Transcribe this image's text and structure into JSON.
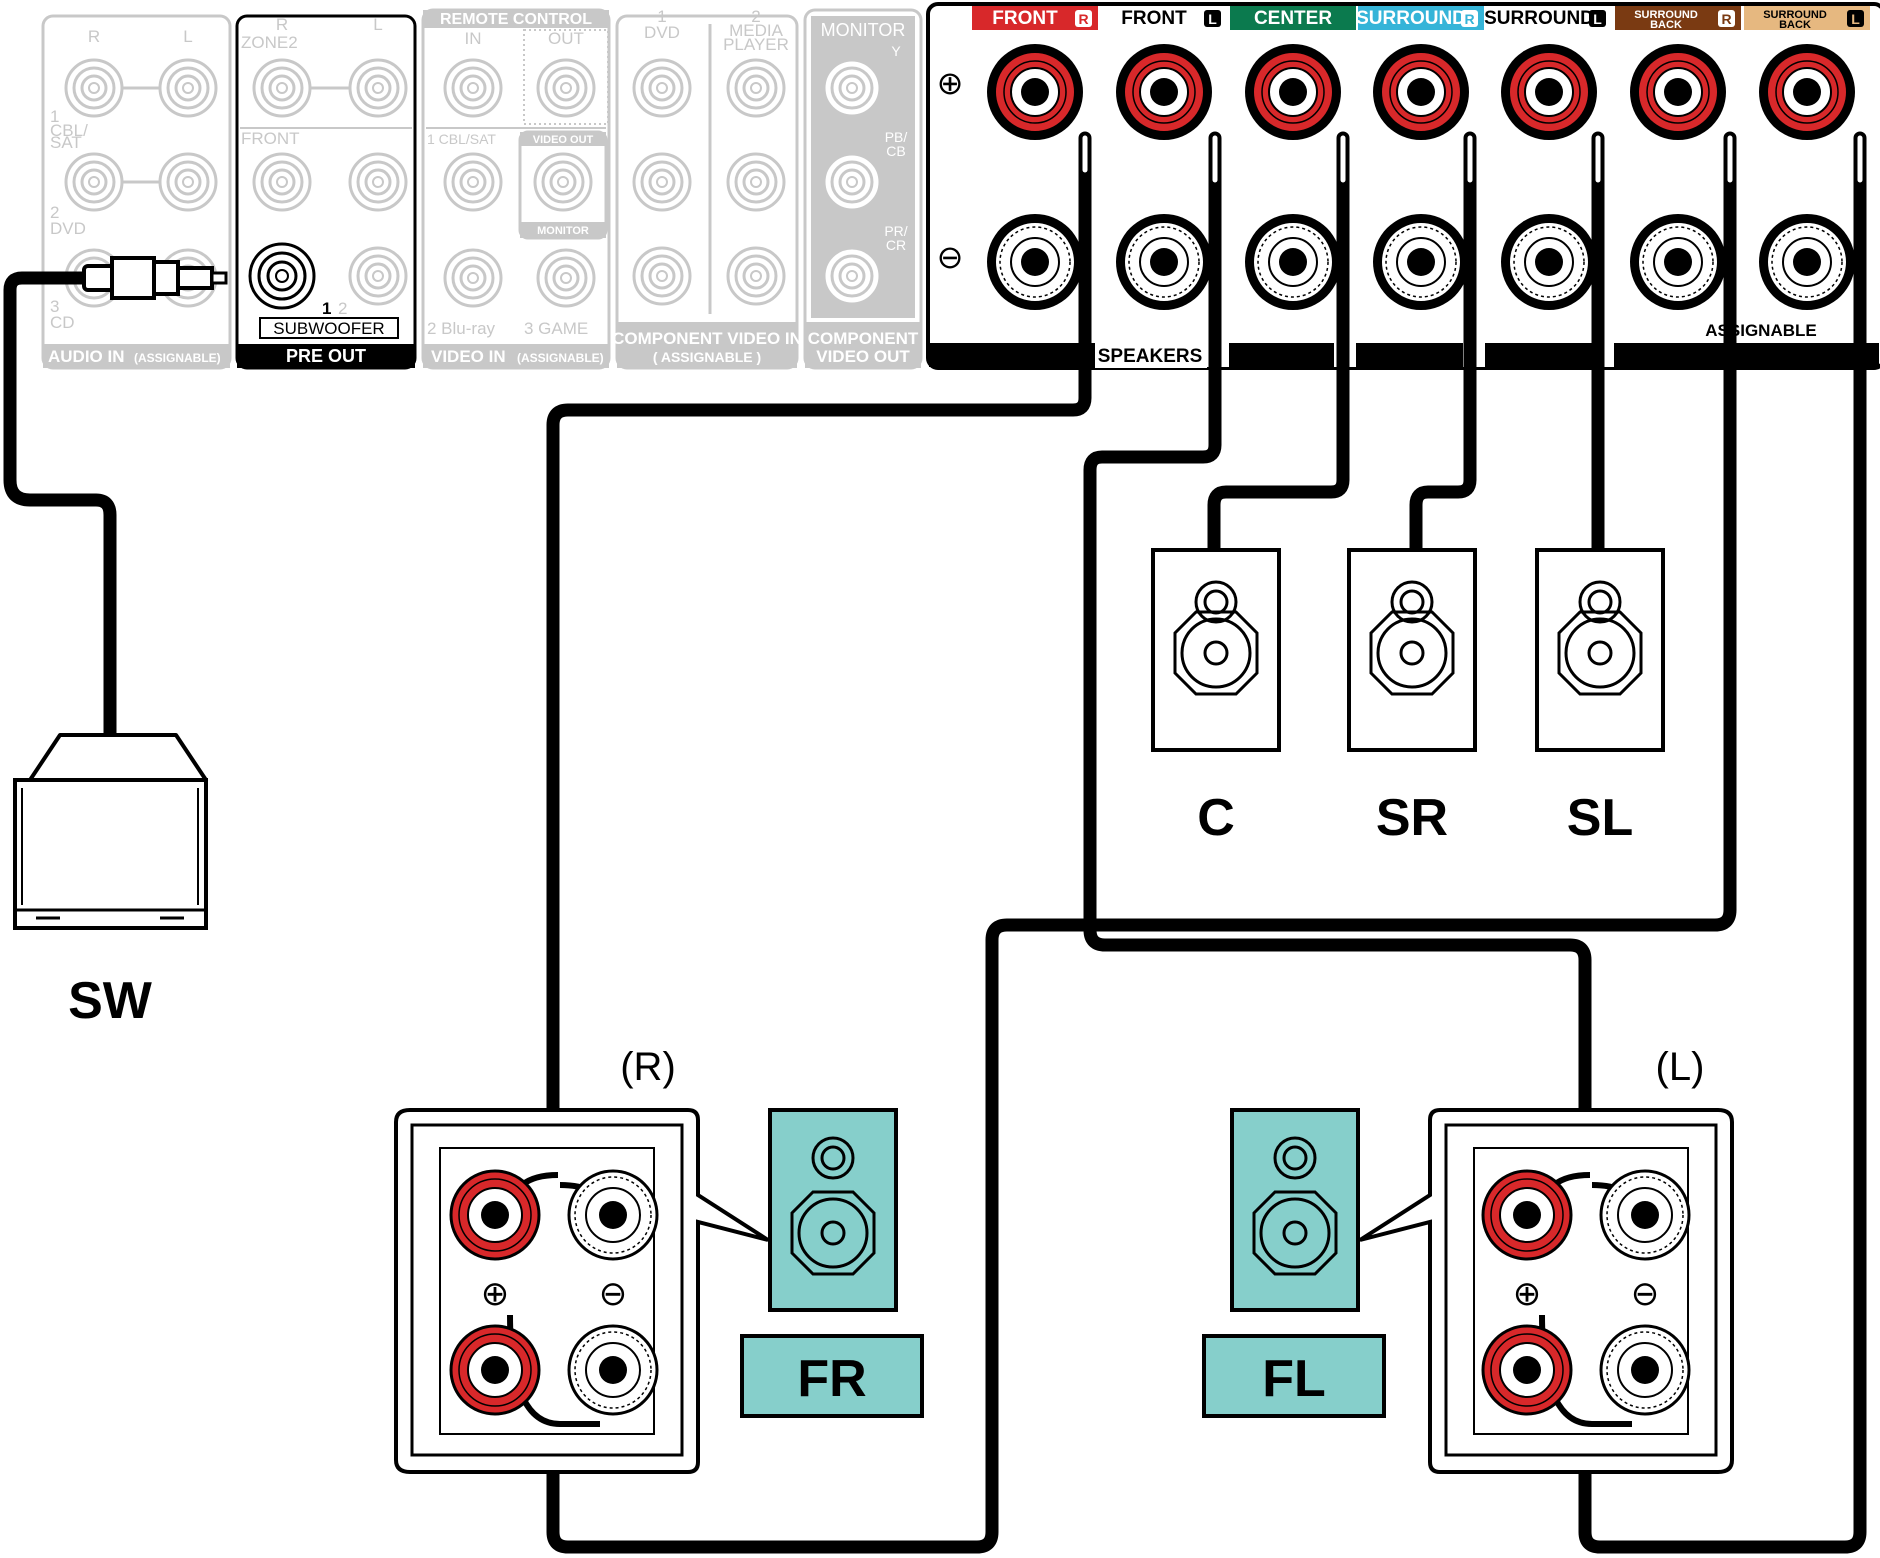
{
  "receiver": {
    "audio_in": {
      "rl_left": "R",
      "rl_right": "L",
      "row1": "1",
      "row1b": "CBL/",
      "row1c": "SAT",
      "row2": "2",
      "row2b": "DVD",
      "row3": "3",
      "row3b": "CD",
      "bar": "AUDIO IN",
      "bar_sub": "(ASSIGNABLE)"
    },
    "pre_out": {
      "r": "R",
      "l": "L",
      "zone2": "ZONE2",
      "front": "FRONT",
      "num1": "1",
      "num2": "2",
      "subwoofer": "SUBWOOFER",
      "bar": "PRE OUT"
    },
    "video_in": {
      "remote": "REMOTE CONTROL",
      "in": "IN",
      "out": "OUT",
      "cbl": "1 CBL/SAT",
      "video_out": "VIDEO OUT",
      "monitor": "MONITOR",
      "bluray": "2 Blu-ray",
      "game": "3 GAME",
      "bar": "VIDEO IN",
      "bar_sub": "(ASSIGNABLE)"
    },
    "component_in": {
      "dvd_num": "1",
      "dvd": "DVD",
      "mp_num": "2",
      "mp1": "MEDIA",
      "mp2": "PLAYER",
      "bar1": "COMPONENT VIDEO IN",
      "bar2": "( ASSIGNABLE )"
    },
    "component_out": {
      "monitor": "MONITOR",
      "y": "Y",
      "pb": "PB/",
      "cb": "CB",
      "pr": "PR/",
      "cr": "CR",
      "bar1": "COMPONENT",
      "bar2": "VIDEO OUT"
    },
    "speaker_headers": [
      {
        "label": "FRONT",
        "side": "R",
        "bg": "#d8282a",
        "fg": "#ffffff"
      },
      {
        "label": "FRONT",
        "side": "L",
        "bg": "#ffffff",
        "fg": "#000000"
      },
      {
        "label": "CENTER",
        "side": "",
        "bg": "#0b7a4e",
        "fg": "#ffffff"
      },
      {
        "label": "SURROUND",
        "side": "R",
        "bg": "#35b4d8",
        "fg": "#ffffff"
      },
      {
        "label": "SURROUND",
        "side": "L",
        "bg": "#ffffff",
        "fg": "#000000"
      },
      {
        "label": "SURROUND BACK",
        "side": "R",
        "bg": "#7a3a12",
        "fg": "#ffffff"
      },
      {
        "label": "SURROUND BACK",
        "side": "L",
        "bg": "#e6b880",
        "fg": "#000000"
      }
    ],
    "speakers_bar": "SPEAKERS",
    "assignable_bar": "ASSIGNABLE",
    "plus": "⊕",
    "minus": "⊖"
  },
  "speakers": {
    "sw": "SW",
    "c": "C",
    "sr": "SR",
    "sl": "SL",
    "fr": "FR",
    "fl": "FL",
    "fr_side": "(R)",
    "fl_side": "(L)",
    "plus": "⊕",
    "minus": "⊖"
  },
  "colors": {
    "terminal_red": "#d8282a",
    "speaker_teal": "#86cfcb",
    "panel_grey": "#c8c8c8",
    "wire": "#000000"
  }
}
